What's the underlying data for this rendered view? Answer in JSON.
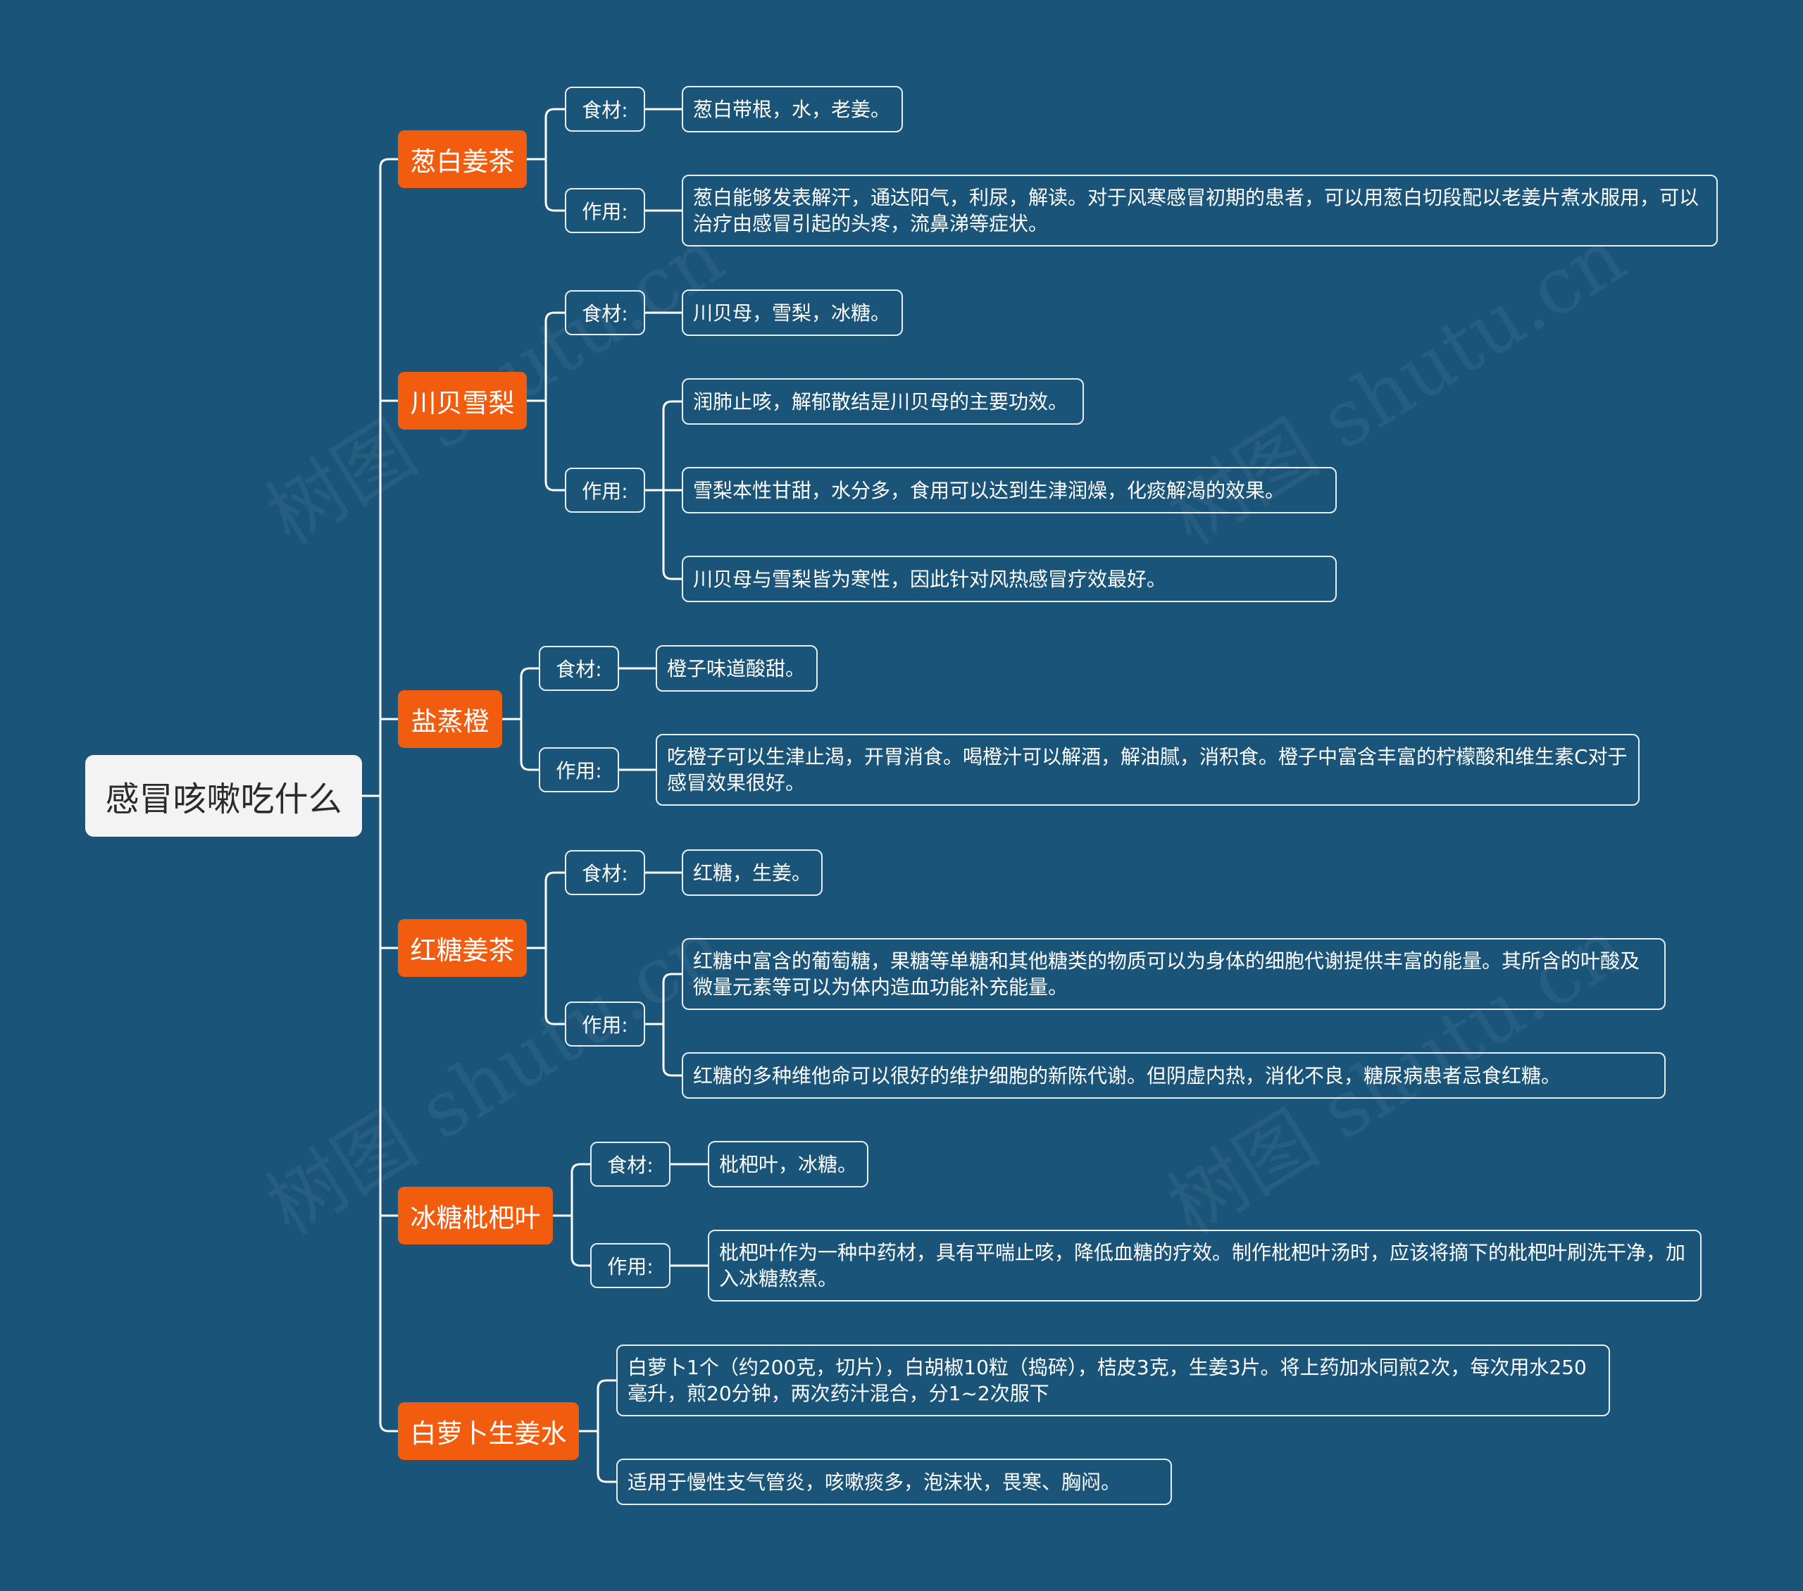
{
  "root": "感冒咳嗽吃什么",
  "topics": [
    {
      "title": "葱白姜茶",
      "ingredient_label": "食材:",
      "ingredients": "葱白带根，水，老姜。",
      "effect_label": "作用:",
      "effects": [
        "葱白能够发表解汗，通达阳气，利尿，解读。对于风寒感冒初期的患者，可以用葱白切段配以老姜片煮水服用，可以治疗由感冒引起的头疼，流鼻涕等症状。"
      ]
    },
    {
      "title": "川贝雪梨",
      "ingredient_label": "食材:",
      "ingredients": "川贝母，雪梨，冰糖。",
      "effect_label": "作用:",
      "effects": [
        "润肺止咳，解郁散结是川贝母的主要功效。",
        "雪梨本性甘甜，水分多，食用可以达到生津润燥，化痰解渴的效果。",
        "川贝母与雪梨皆为寒性，因此针对风热感冒疗效最好。"
      ]
    },
    {
      "title": "盐蒸橙",
      "ingredient_label": "食材:",
      "ingredients": "橙子味道酸甜。",
      "effect_label": "作用:",
      "effects": [
        "吃橙子可以生津止渴，开胃消食。喝橙汁可以解酒，解油腻，消积食。橙子中富含丰富的柠檬酸和维生素C对于感冒效果很好。"
      ]
    },
    {
      "title": "红糖姜茶",
      "ingredient_label": "食材:",
      "ingredients": "红糖，生姜。",
      "effect_label": "作用:",
      "effects": [
        "红糖中富含的葡萄糖，果糖等单糖和其他糖类的物质可以为身体的细胞代谢提供丰富的能量。其所含的叶酸及微量元素等可以为体内造血功能补充能量。",
        "红糖的多种维他命可以很好的维护细胞的新陈代谢。但阴虚内热，消化不良，糖尿病患者忌食红糖。"
      ]
    },
    {
      "title": "冰糖枇杷叶",
      "ingredient_label": "食材:",
      "ingredients": "枇杷叶，冰糖。",
      "effect_label": "作用:",
      "effects": [
        "枇杷叶作为一种中药材，具有平喘止咳，降低血糖的疗效。制作枇杷叶汤时，应该将摘下的枇杷叶刷洗干净，加入冰糖熬煮。"
      ]
    },
    {
      "title": "白萝卜生姜水",
      "details": [
        "白萝卜1个（约200克，切片），白胡椒10粒（捣碎），桔皮3克，生姜3片。将上药加水同煎2次，每次用水250毫升，煎20分钟，两次药汁混合，分1~2次服下",
        "适用于慢性支气管炎，咳嗽痰多，泡沫状，畏寒、胸闷。"
      ]
    }
  ],
  "watermark": "树图 shutu.cn",
  "colors": {
    "background": "#1a5479",
    "topic": "#f25c0f",
    "root": "#f3f3f3",
    "line": "#ffffff"
  }
}
